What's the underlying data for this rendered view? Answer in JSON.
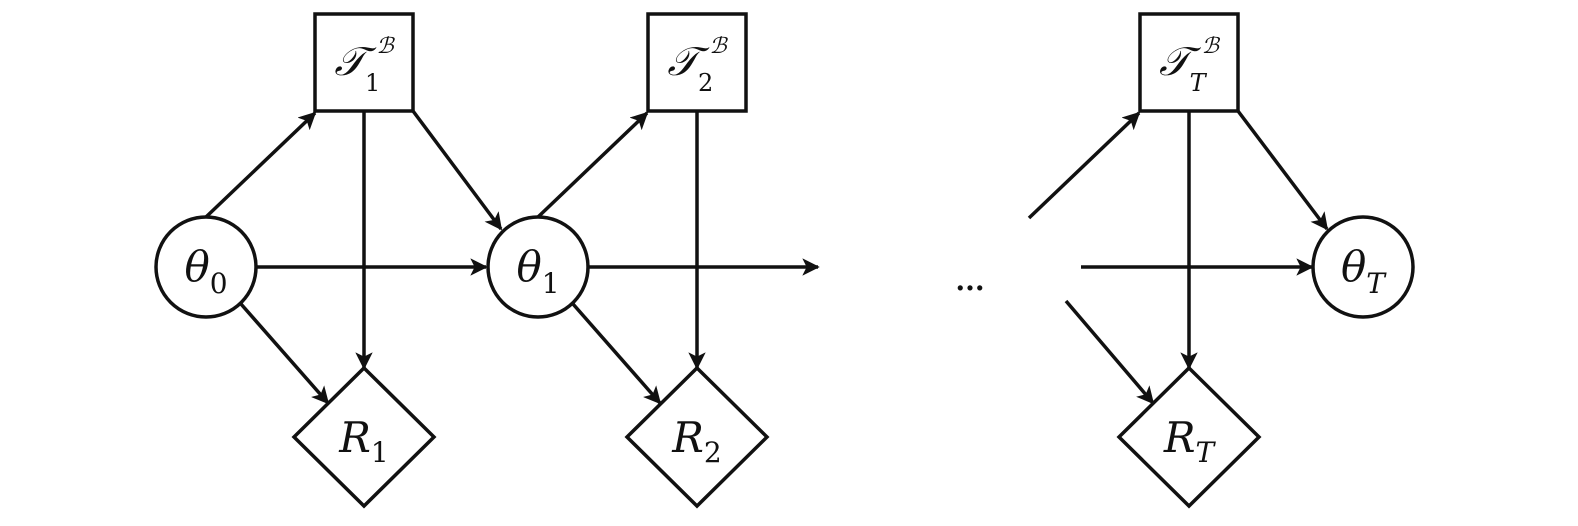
{
  "nodes": {
    "theta0": {
      "base": "θ",
      "sub": "0"
    },
    "theta1": {
      "base": "θ",
      "sub": "1"
    },
    "thetaT": {
      "base": "θ",
      "sub": "T"
    },
    "tau1": {
      "base": "𝒯",
      "sub": "1",
      "sup": "ℬ"
    },
    "tau2": {
      "base": "𝒯",
      "sub": "2",
      "sup": "ℬ"
    },
    "tauT": {
      "base": "𝒯",
      "sub": "T",
      "sup": "ℬ"
    },
    "r1": {
      "base": "R",
      "sub": "1"
    },
    "r2": {
      "base": "R",
      "sub": "2"
    },
    "rT": {
      "base": "R",
      "sub": "T"
    }
  },
  "ellipsis": "...",
  "colors": {
    "stroke": "#111111",
    "background": "#ffffff"
  }
}
